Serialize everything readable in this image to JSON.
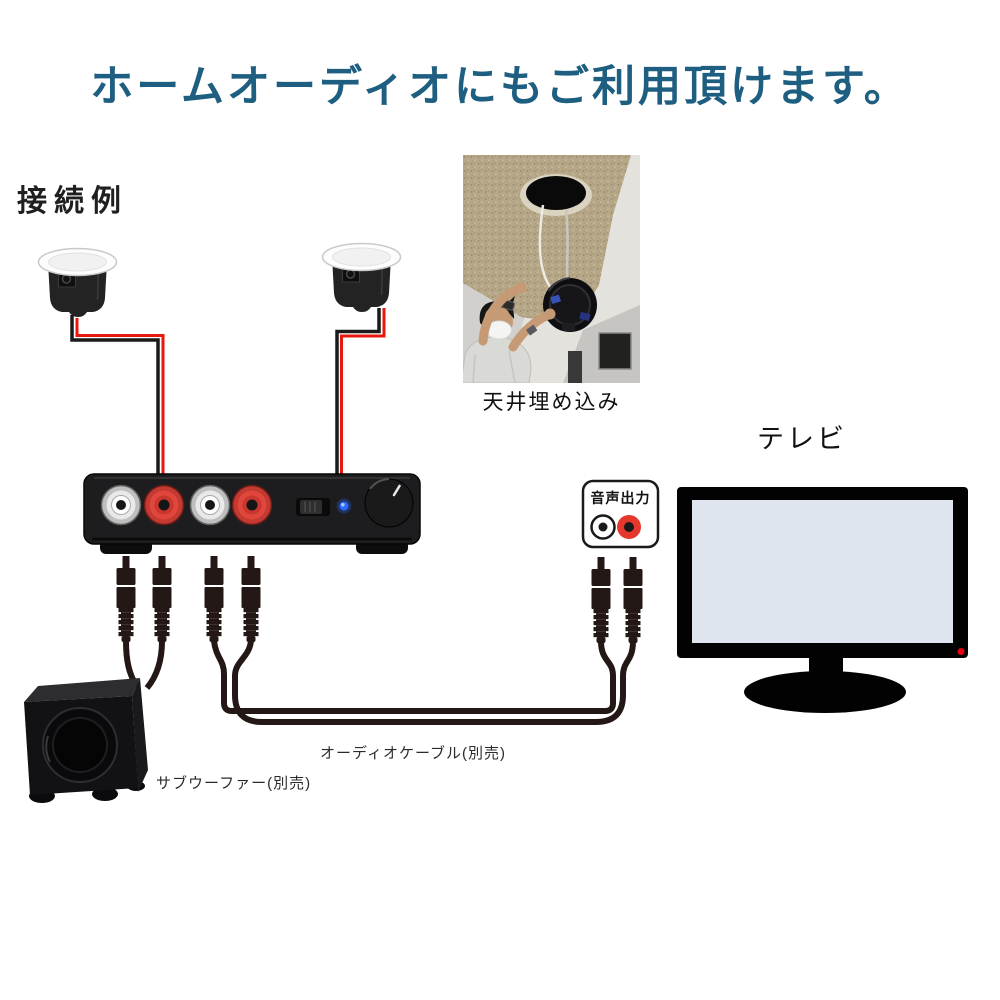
{
  "title": "ホームオーディオにもご利用頂けます。",
  "diagram": {
    "section_label": "接続例",
    "photo_caption": "天井埋め込み",
    "tv_label": "テレビ",
    "audio_output_label": "音声出力",
    "subwoofer_label": "サブウーファー(別売)",
    "audio_cable_label": "オーディオケーブル(別売)"
  },
  "colors": {
    "title_text": "#1e5e80",
    "speaker_wire_red": "#e8170f",
    "speaker_wire_black": "#1a1a1a",
    "audio_cable_black": "#231815",
    "amp_body": "#1d1d1f",
    "rca_jack_red": "#c8362e",
    "power_led_blue": "#2a6bff",
    "tv_screen": "#dfe5ee",
    "tv_power_dot_red": "#e60012"
  }
}
